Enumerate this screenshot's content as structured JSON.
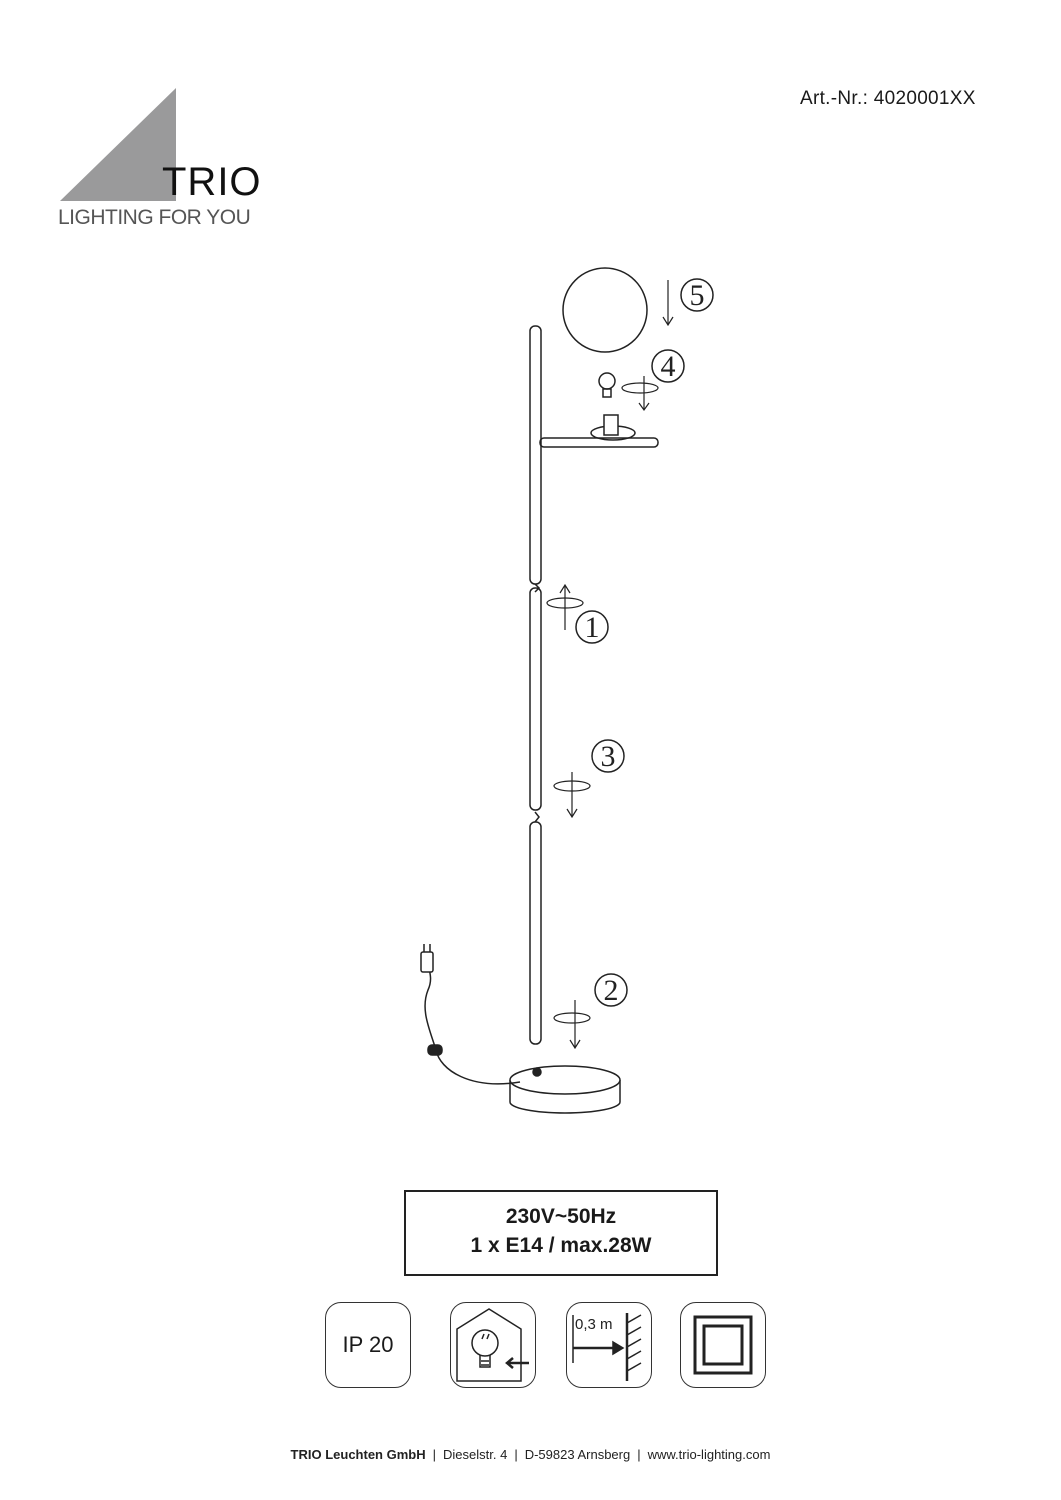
{
  "header": {
    "article_number": "Art.-Nr.: 4020001XX"
  },
  "logo": {
    "brand": "TRIO",
    "tagline": "LIGHTING FOR YOU"
  },
  "steps": [
    "1",
    "2",
    "3",
    "4",
    "5"
  ],
  "spec": {
    "voltage": "230V~50Hz",
    "bulb": "1 x E14 / max.28W"
  },
  "symbols": {
    "ip": "IP 20",
    "distance": "0,3 m"
  },
  "footer": {
    "company": "TRIO Leuchten GmbH",
    "street": "Dieselstr. 4",
    "city": "D-59823 Arnsberg",
    "web": "www.trio-lighting.com"
  }
}
